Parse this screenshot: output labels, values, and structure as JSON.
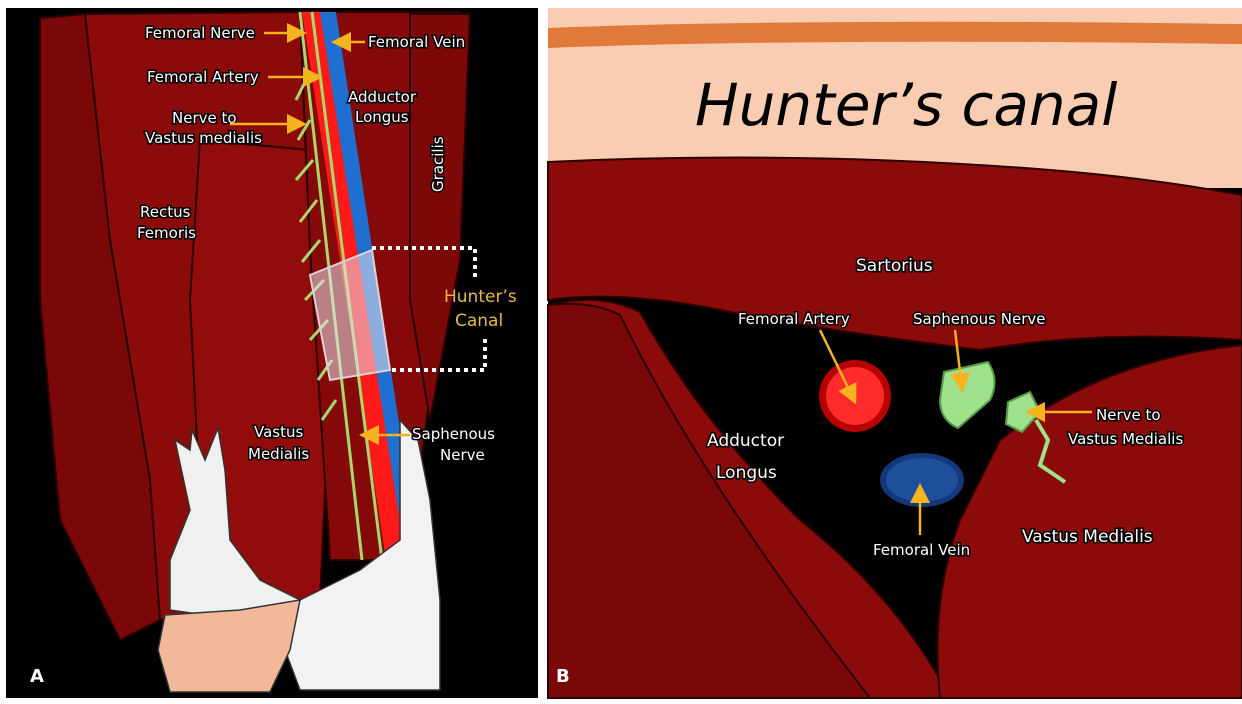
{
  "panel_a": {
    "letter": "A",
    "labels": {
      "femoral_nerve": "Femoral Nerve",
      "femoral_vein": "Femoral Vein",
      "femoral_artery": "Femoral Artery",
      "nerve_to_vm_1": "Nerve to",
      "nerve_to_vm_2": "Vastus medialis",
      "adductor_1": "Adductor",
      "adductor_2": "Longus",
      "gracilis": "Gracilis",
      "rectus_1": "Rectus",
      "rectus_2": "Femoris",
      "hunters_1": "Hunter’s",
      "hunters_2": "Canal",
      "vastus_1": "Vastus",
      "vastus_2": "Medialis",
      "saphenous_1": "Saphenous",
      "saphenous_2": "Nerve"
    }
  },
  "panel_b": {
    "letter": "B",
    "title": "Hunter’s canal",
    "labels": {
      "sartorius": "Sartorius",
      "femoral_artery": "Femoral Artery",
      "saphenous_nerve": "Saphenous Nerve",
      "nerve_to_vm_1": "Nerve to",
      "nerve_to_vm_2": "Vastus Medialis",
      "adductor_1": "Adductor",
      "adductor_2": "Longus",
      "vastus_medialis": "Vastus Medialis",
      "femoral_vein": "Femoral Vein"
    }
  },
  "colors": {
    "muscle": "#8b0a0a",
    "artery": "#ff1a1a",
    "vein": "#1e6fd0",
    "nerve": "#a8d86a",
    "arrow": "#f5b320",
    "skin": "#f9cdb1"
  }
}
